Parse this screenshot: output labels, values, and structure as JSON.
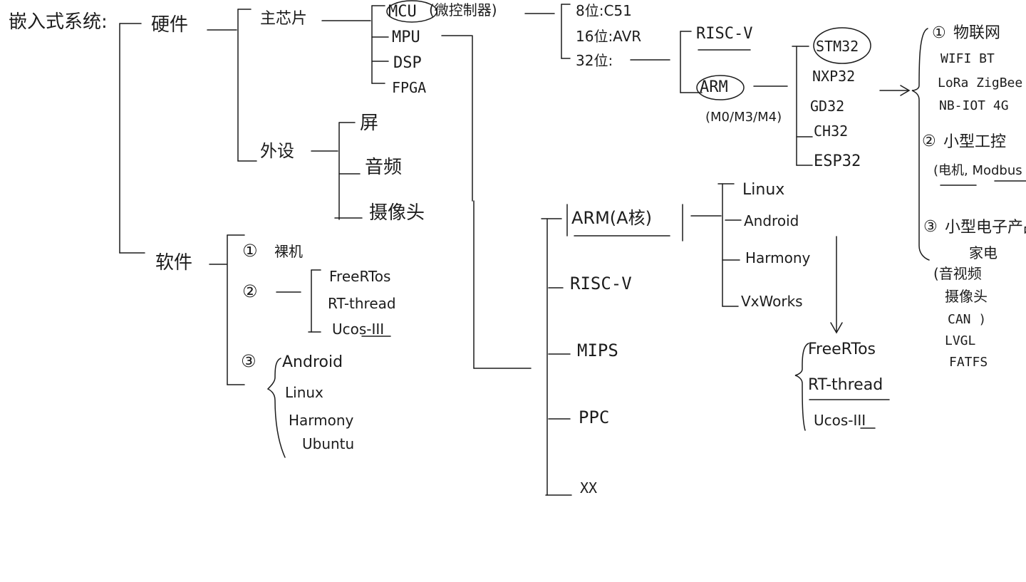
{
  "root": "嵌入式系统:",
  "hardware": {
    "label": "硬件",
    "main_chip": {
      "label": "主芯片",
      "items": [
        "MCU",
        "MPU",
        "DSP",
        "FPGA"
      ],
      "mcu_note": "(微控制器)",
      "mcu_bits": {
        "b8": "8位:C51",
        "b16": "16位:AVR",
        "b32": "32位:"
      },
      "arch": {
        "riscv": "RISC-V",
        "arm": "ARM",
        "arm_cores": "(M0/M3/M4)"
      },
      "vendors": [
        "STM32",
        "NXP32",
        "GD32",
        "CH32",
        "ESP32"
      ]
    },
    "peripherals": {
      "label": "外设",
      "items": [
        "屏",
        "音频",
        "摄像头"
      ]
    }
  },
  "software": {
    "label": "软件",
    "option1": {
      "num": "①",
      "label": "裸机"
    },
    "option2": {
      "num": "②",
      "items": [
        "FreeRTos",
        "RT-thread",
        "Ucos-III"
      ]
    },
    "option3": {
      "num": "③",
      "items": [
        "Android",
        "Linux",
        "Harmony",
        "Ubuntu"
      ]
    }
  },
  "mpu_arch": {
    "items": [
      "ARM(A核)",
      "RISC-V",
      "MIPS",
      "PPC",
      "XX"
    ],
    "arm_os": [
      "Linux",
      "Android",
      "Harmony",
      "VxWorks"
    ]
  },
  "rtos_under_arm": [
    "FreeRTos",
    "RT-thread",
    "Ucos-III"
  ],
  "applications": {
    "iot": {
      "num": "①",
      "label": "物联网",
      "lines": [
        "WIFI BT",
        "LoRa ZigBee",
        "NB-IOT 4G"
      ]
    },
    "control": {
      "num": "②",
      "label": "小型工控",
      "line": "(电机, Modbus"
    },
    "consumer": {
      "num": "③",
      "label": "小型电子产品",
      "lines": [
        "家电",
        "(音视频",
        "摄像头",
        "CAN )",
        "LVGL",
        "FATFS"
      ]
    }
  }
}
